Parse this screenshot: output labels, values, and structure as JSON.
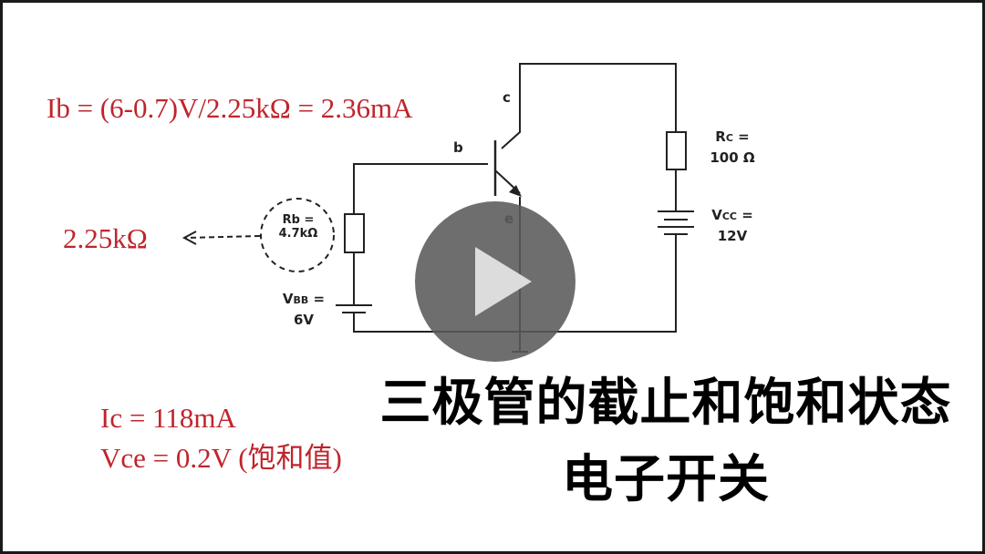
{
  "video": {
    "title_line1": "三极管的截止和饱和状态",
    "title_line2": "电子开关",
    "play_button_icon": "play-icon"
  },
  "formulas": {
    "ib": "Ib = (6-0.7)V/2.25kΩ = 2.36mA",
    "rb_equiv": "2.25kΩ",
    "ic": "Ic = 118mA",
    "vce": "Vce = 0.2V (饱和值)"
  },
  "circuit": {
    "terminal_c": "c",
    "terminal_b": "b",
    "terminal_e": "e",
    "rb_label": "Rb =",
    "rb_value": "4.7kΩ",
    "rc_label_main": "R",
    "rc_label_sub": "C",
    "rc_label_eq": " =",
    "rc_value": "100 Ω",
    "vcc_label_main": "V",
    "vcc_label_sub": "CC",
    "vcc_label_eq": " =",
    "vcc_value": "12V",
    "vbb_label_main": "V",
    "vbb_label_sub": "BB",
    "vbb_label_eq": " =",
    "vbb_value": "6V"
  },
  "colors": {
    "formula_red": "#c0242c",
    "wire": "#222222",
    "play_overlay": "#5a5a5a"
  }
}
